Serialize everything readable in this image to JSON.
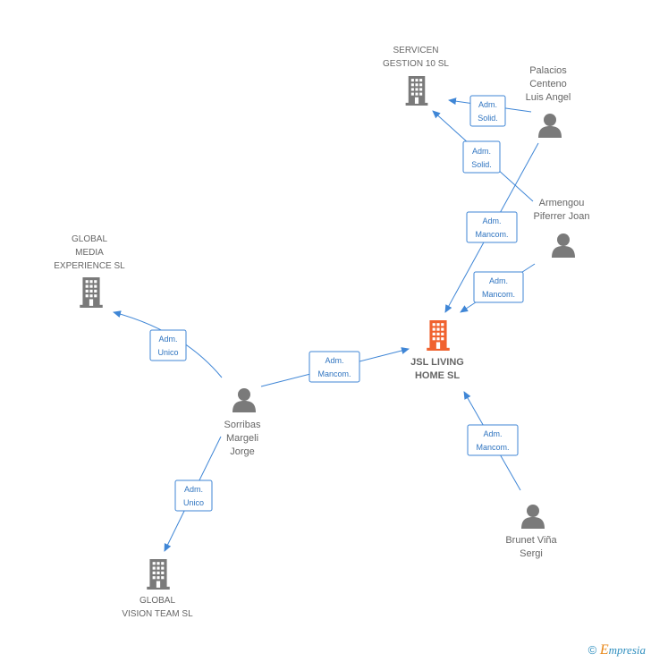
{
  "nodes": {
    "servicen": {
      "lines": [
        "SERVICEN",
        "GESTION 10  SL"
      ],
      "kind": "company"
    },
    "palacios": {
      "lines": [
        "Palacios",
        "Centeno",
        "Luis Angel"
      ],
      "kind": "person"
    },
    "armengou": {
      "lines": [
        "Armengou",
        "Piferrer Joan"
      ],
      "kind": "person"
    },
    "global_media": {
      "lines": [
        "GLOBAL",
        "MEDIA",
        "EXPERIENCE SL"
      ],
      "kind": "company"
    },
    "jsl": {
      "lines": [
        "JSL LIVING",
        "HOME  SL"
      ],
      "kind": "main"
    },
    "sorribas": {
      "lines": [
        "Sorribas",
        "Margeli",
        "Jorge"
      ],
      "kind": "person"
    },
    "brunet": {
      "lines": [
        "Brunet Viña",
        "Sergi"
      ],
      "kind": "person"
    },
    "global_vision": {
      "lines": [
        "GLOBAL",
        "VISION TEAM SL"
      ],
      "kind": "company"
    }
  },
  "edges": {
    "palacios_servicen": {
      "lines": [
        "Adm.",
        "Solid."
      ]
    },
    "armengou_servicen": {
      "lines": [
        "Adm.",
        "Solid."
      ]
    },
    "palacios_jsl": {
      "lines": [
        "Adm.",
        "Mancom."
      ]
    },
    "armengou_jsl": {
      "lines": [
        "Adm.",
        "Mancom."
      ]
    },
    "sorribas_jsl": {
      "lines": [
        "Adm.",
        "Mancom."
      ]
    },
    "brunet_jsl": {
      "lines": [
        "Adm.",
        "Mancom."
      ]
    },
    "sorribas_media": {
      "lines": [
        "Adm.",
        "Unico"
      ]
    },
    "sorribas_vision": {
      "lines": [
        "Adm.",
        "Unico"
      ]
    }
  },
  "colors": {
    "edge": "#3f86d6",
    "company": "#7a7a7a",
    "person": "#7a7a7a",
    "main": "#f0622f"
  },
  "footer": {
    "symbol": "©",
    "brand_first": "E",
    "brand_rest": "mpresia"
  }
}
